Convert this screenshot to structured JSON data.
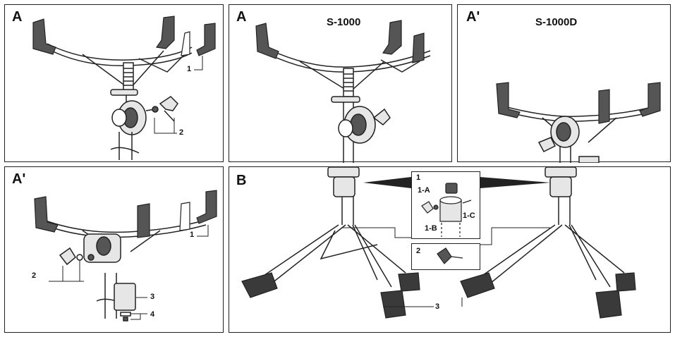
{
  "panels": {
    "top_left": {
      "label": "A",
      "callouts": [
        "1",
        "2"
      ]
    },
    "top_mid": {
      "label": "A",
      "model": "S-1000"
    },
    "top_right": {
      "label": "A'",
      "model": "S-1000D"
    },
    "bottom_left": {
      "label": "A'",
      "callouts": [
        "1",
        "2",
        "3",
        "4"
      ]
    },
    "bottom_main": {
      "label": "B",
      "inset1": {
        "title": "1",
        "parts": [
          "1-A",
          "1-B",
          "1-C"
        ]
      },
      "inset2": {
        "title": "2"
      },
      "callout": "3"
    }
  },
  "colors": {
    "line": "#222222",
    "dark_part": "#555555",
    "light_part": "#e6e6e6",
    "rubber": "#3a3a3a"
  }
}
